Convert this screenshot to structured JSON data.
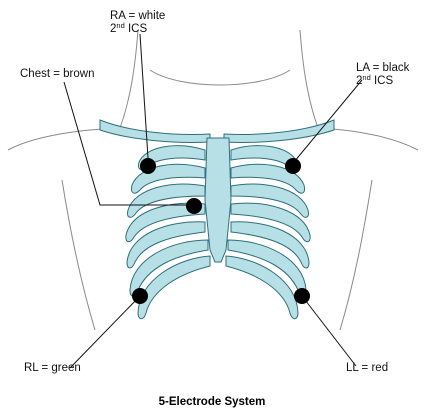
{
  "labels": {
    "ra": {
      "text": "RA =  white",
      "ics_num": "2",
      "ics_sup": "nd",
      "ics_rest": " ICS"
    },
    "la": {
      "text": "LA =  black",
      "ics_num": "2",
      "ics_sup": "nd",
      "ics_rest": " ICS"
    },
    "chest": "Chest = brown",
    "rl": "RL =  green",
    "ll": "LL =  red"
  },
  "caption": "5-Electrode System",
  "colors": {
    "bone": "#b7dfe6",
    "bone_stroke": "#2f6f7c",
    "body_outline": "#8a8a8a",
    "electrode": "#000000",
    "leader": "#111111"
  }
}
